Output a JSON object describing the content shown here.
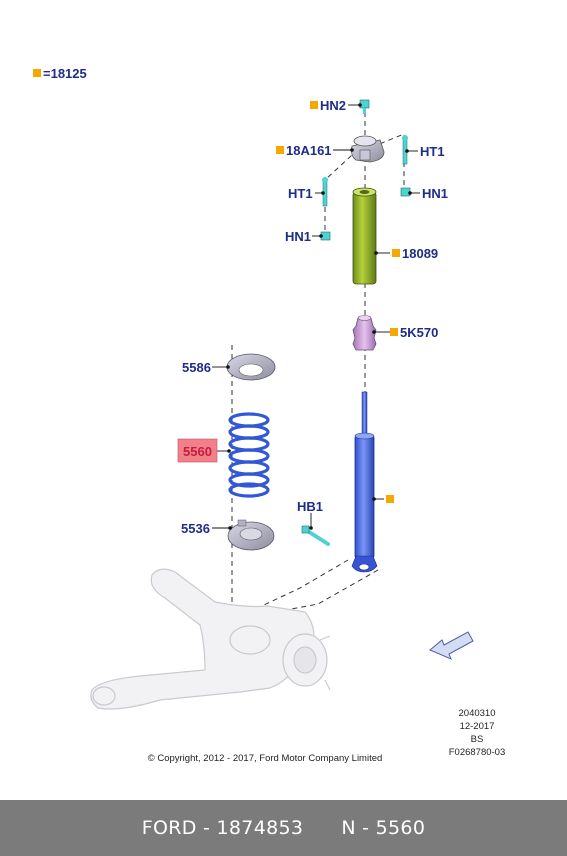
{
  "legend": {
    "text": "=18125",
    "marker_color": "#f5a800"
  },
  "labels": {
    "hn2": "HN2",
    "l18a161": "18A161",
    "ht1_right": "HT1",
    "ht1_left": "HT1",
    "hn1_right": "HN1",
    "hn1_left": "HN1",
    "l18089": "18089",
    "l5k570": "5K570",
    "l5586": "5586",
    "l5560": "5560",
    "hb1": "HB1",
    "l5536": "5536"
  },
  "highlight_color": "#f0808a",
  "doc_info": [
    "2040310",
    "12-2017",
    "BS",
    "F0268780-03"
  ],
  "copyright": "© Copyright, 2012 - 2017, Ford Motor Company Limited",
  "footer": {
    "left": "FORD - 1874853",
    "right": "N - 5560"
  }
}
